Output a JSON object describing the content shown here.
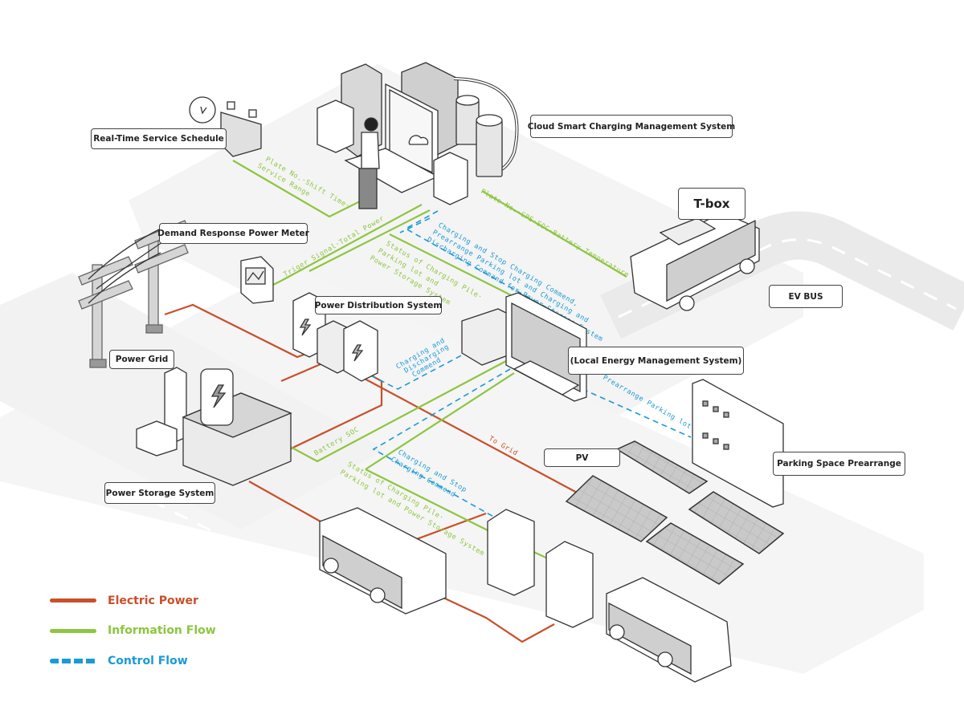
{
  "colors": {
    "electric": "#c8502a",
    "information": "#8cc63f",
    "control": "#1a9ad6",
    "outline": "#333333",
    "fill_gray": "#d6d6d6",
    "ground": "#f4f4f4"
  },
  "labels": {
    "cloud": "Cloud Smart Charging Management System",
    "schedule": "Real-Time Service Schedule",
    "meter": "Demand Response Power Meter",
    "distribution": "Power Distribution System",
    "grid": "Power Grid",
    "storage": "Power Storage System",
    "tbox": "T-box",
    "evbus": "EV BUS",
    "lems": "(Local Energy Management System)",
    "pv": "PV",
    "parking": "Parking Space Prearrange"
  },
  "flows": {
    "plate_shift_1": "Plate No.·Shift Time·",
    "plate_shift_2": "Service Range",
    "plate_gps": "Plate No.·GPS·SOC·Battery Temperature",
    "trigger": "Triger Signal·Total Power",
    "status_top_1": "Status of Charging Pile·",
    "status_top_2": "Parking lot and",
    "status_top_3": "Power Storage System",
    "cmd_top_1": "Charging and Stop Charging Commend,",
    "cmd_top_2": "Prearrange Parking lot and Charging and",
    "cmd_top_3": "Discharging Command for Power Storage System",
    "discharge_1": "Charging and",
    "discharge_2": "Discharging",
    "discharge_3": "Commend",
    "prearrange": "Prearrange Parking lot",
    "to_grid": "To Grid",
    "battery_soc": "Battery SOC",
    "stop_cmd_1": "Charging and Stop",
    "stop_cmd_2": "Charging Commend",
    "status_bot_1": "Status of Charging Pile·",
    "status_bot_2": "Parking lot and Power Storage System"
  },
  "legend": [
    {
      "label": "Electric Power",
      "type": "electric"
    },
    {
      "label": "Information Flow",
      "type": "information"
    },
    {
      "label": "Control Flow",
      "type": "control"
    }
  ]
}
